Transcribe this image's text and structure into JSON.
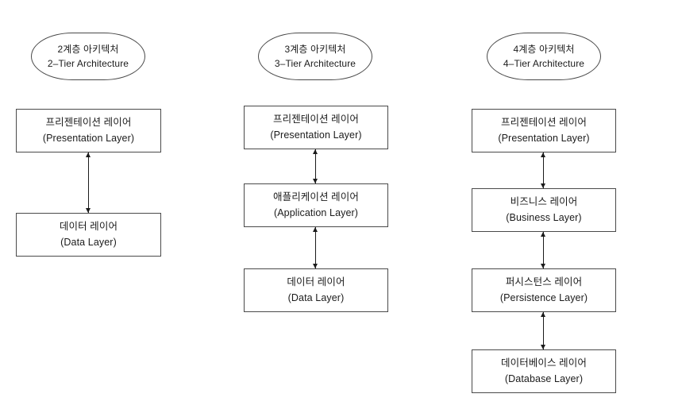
{
  "colors": {
    "background": "#ffffff",
    "box_border": "#4a4a4a",
    "text": "#1b1b1b",
    "arrow": "#1b1b1b"
  },
  "columns": [
    {
      "id": "two-tier",
      "title_ko": "2계층 아키텍처",
      "title_en": "2–Tier Architecture",
      "layers": [
        {
          "ko": "프리젠테이션 레이어",
          "en": "(Presentation Layer)"
        },
        {
          "ko": "데이터 레이어",
          "en": "(Data Layer)"
        }
      ]
    },
    {
      "id": "three-tier",
      "title_ko": "3계층 아키텍처",
      "title_en": "3–Tier Architecture",
      "layers": [
        {
          "ko": "프리젠테이션 레이어",
          "en": "(Presentation Layer)"
        },
        {
          "ko": "애플리케이션 레이어",
          "en": "(Application Layer)"
        },
        {
          "ko": "데이터 레이어",
          "en": "(Data Layer)"
        }
      ]
    },
    {
      "id": "four-tier",
      "title_ko": "4계층 아키텍처",
      "title_en": "4–Tier Architecture",
      "layers": [
        {
          "ko": "프리젠테이션 레이어",
          "en": "(Presentation Layer)"
        },
        {
          "ko": "비즈니스 레이어",
          "en": "(Business Layer)"
        },
        {
          "ko": "퍼시스턴스 레이어",
          "en": "(Persistence Layer)"
        },
        {
          "ko": "데이터베이스 레이어",
          "en": "(Database Layer)"
        }
      ]
    }
  ]
}
